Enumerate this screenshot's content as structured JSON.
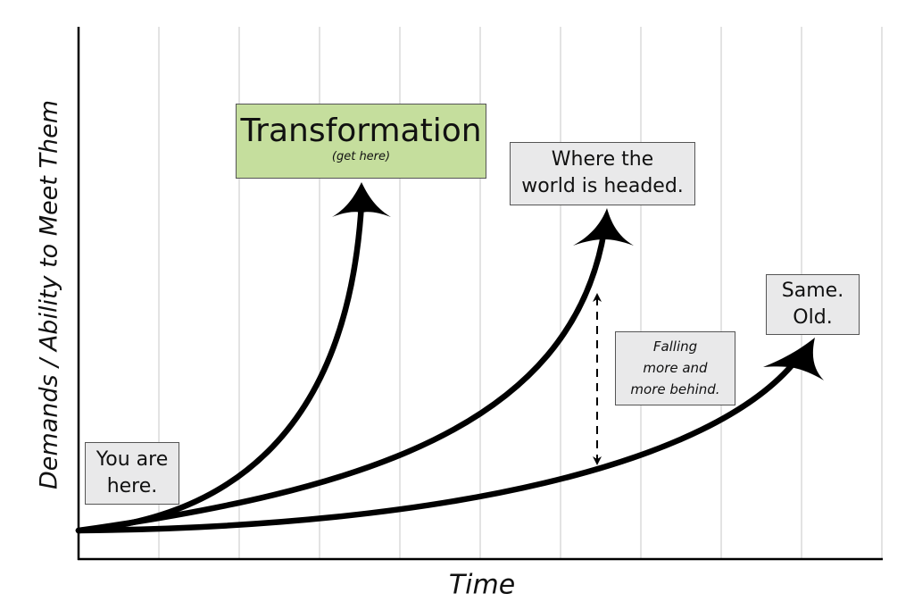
{
  "axes": {
    "y_label": "Demands / Ability to Meet Them",
    "x_label": "Time"
  },
  "labels": {
    "start": [
      "You are",
      "here."
    ],
    "transformation": {
      "title": "Transformation",
      "subtitle": "(get here)"
    },
    "world": [
      "Where the",
      "world is headed."
    ],
    "same_old": [
      "Same.",
      "Old."
    ],
    "gap": [
      "Falling",
      "more and",
      "more behind."
    ]
  },
  "colors": {
    "curve": "#000000",
    "grid": "#d0d0d0",
    "label_fill": "#e9e9ea",
    "transformation_fill": "#c5de9d"
  }
}
